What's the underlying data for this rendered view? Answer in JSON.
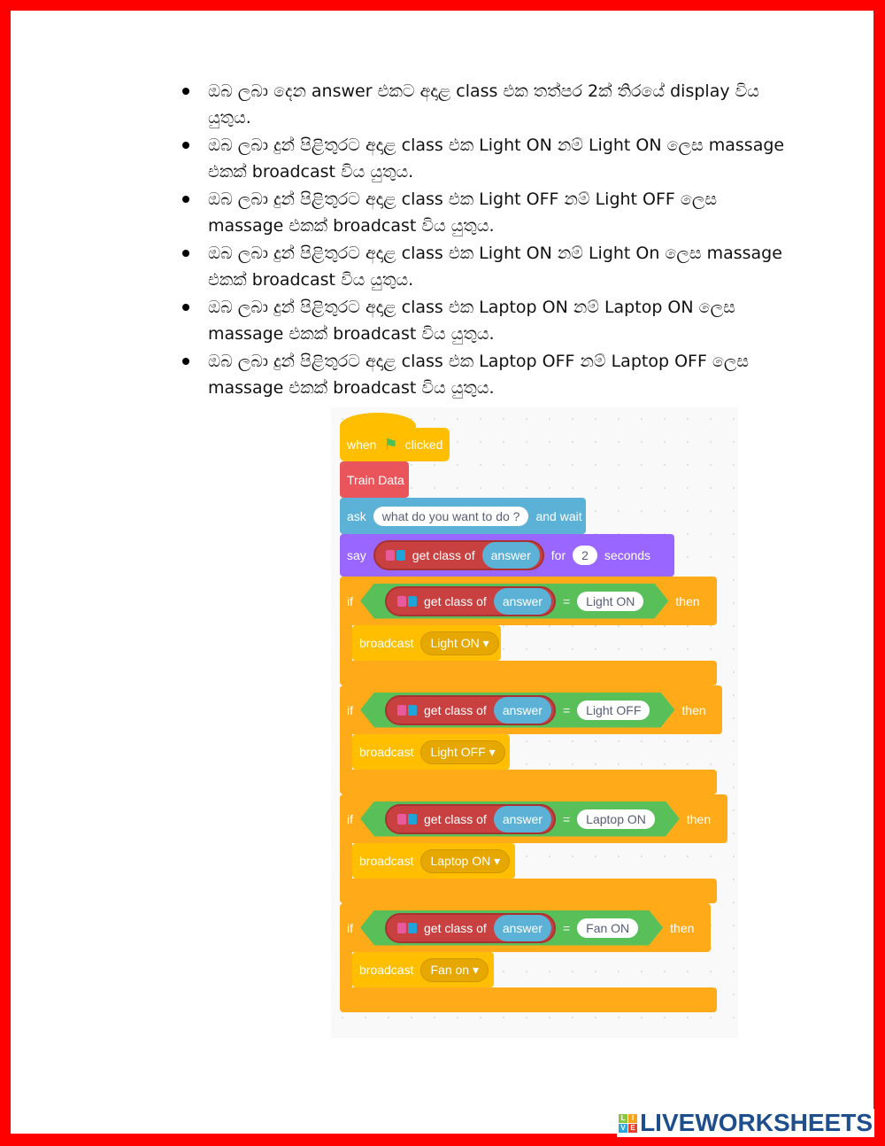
{
  "instructions": [
    "ඔබ ලබා දෙන answer එකට අදාළ class එක තත්පර 2ක් තිරයේ display විය යුතුය.",
    "ඔබ ලබා දුන් පිළිතුරට අදාළ class එක Light ON නම් Light ON ලෙස massage එකක් broadcast විය යුතුය.",
    "ඔබ ලබා දුන් පිළිතුරට අදාළ class එක Light OFF නම් Light OFF ලෙස massage එකක් broadcast විය යුතුය.",
    "ඔබ ලබා දුන් පිළිතුරට අදාළ class එක Light ON නම් Light On ලෙස massage එකක් broadcast විය යුතුය.",
    "ඔබ ලබා දුන් පිළිතුරට අදාළ class එක Laptop ON නම් Laptop ON ලෙස massage එකක් broadcast විය යුතුය.",
    "ඔබ ලබා දුන් පිළිතුරට අදාළ class එක Laptop OFF නම් Laptop OFF ලෙස massage එකක් broadcast විය යුතුය."
  ],
  "scratch": {
    "when": "when",
    "clicked": "clicked",
    "train": "Train Data",
    "ask": "ask",
    "question": "what do you want to do ?",
    "and_wait": "and wait",
    "say": "say",
    "get_class": "get class of",
    "answer": "answer",
    "for": "for",
    "secs": "2",
    "seconds": "seconds",
    "if": "if",
    "eq": "=",
    "then": "then",
    "broadcast": "broadcast",
    "ifs": [
      {
        "cls": "Light ON",
        "msg": "Light ON"
      },
      {
        "cls": "Light OFF",
        "msg": "Light OFF"
      },
      {
        "cls": "Laptop ON",
        "msg": "Laptop ON"
      },
      {
        "cls": "Fan ON",
        "msg": "Fan on"
      }
    ]
  },
  "logo": {
    "text": "LIVEWORKSHEETS",
    "letters": [
      "L",
      "I",
      "V",
      "E"
    ]
  },
  "colors": {
    "border": "#ff0000",
    "events": "#ffbf00",
    "ml": "#e9555a",
    "sensing": "#5cb1d6",
    "looks": "#9966ff",
    "control": "#ffab19",
    "operators": "#59c059"
  }
}
